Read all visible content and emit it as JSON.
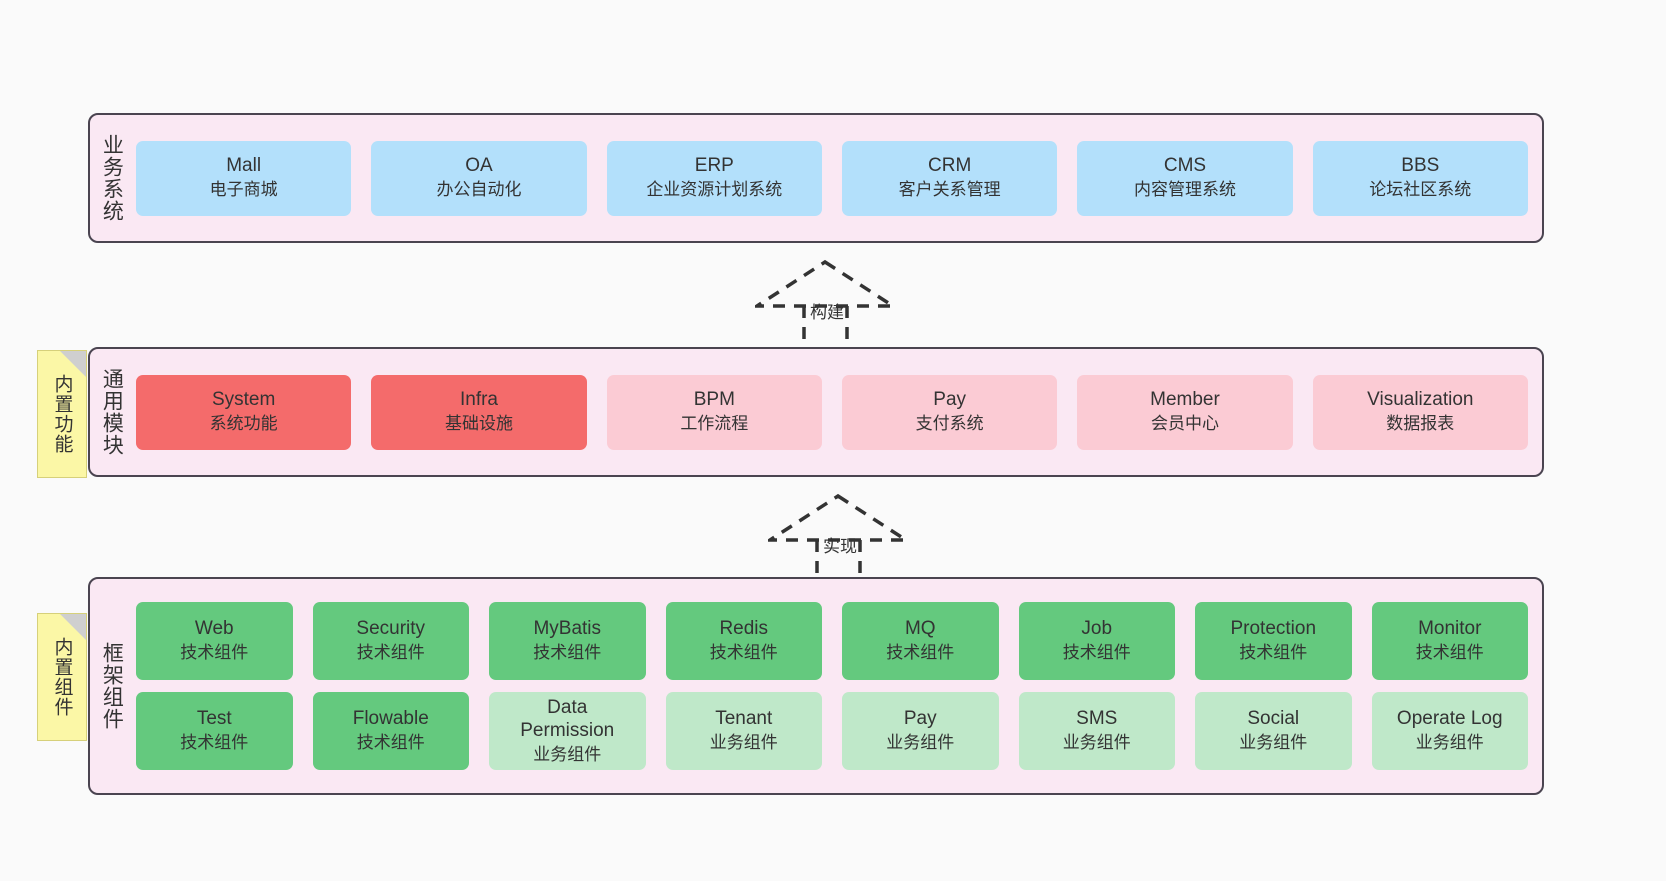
{
  "canvas": {
    "background": "#fafafa",
    "layer_bg": "#fae8f3",
    "layer_border": "#4a4450",
    "note_bg": "#fbf7a6",
    "colors": {
      "blue": "#b3e0fb",
      "red": "#f46b6b",
      "pink": "#fbcbd4",
      "green": "#64c97e",
      "light_green": "#bfe8c9"
    }
  },
  "notes": [
    {
      "label": "内置功能"
    },
    {
      "label": "内置组件"
    }
  ],
  "connectors": [
    {
      "label": "构建"
    },
    {
      "label": "实现"
    }
  ],
  "layers": [
    {
      "title": "业务系统",
      "rows": [
        {
          "nodes": [
            {
              "en": "Mall",
              "cn": "电子商城",
              "color": "blue"
            },
            {
              "en": "OA",
              "cn": "办公自动化",
              "color": "blue"
            },
            {
              "en": "ERP",
              "cn": "企业资源计划系统",
              "color": "blue"
            },
            {
              "en": "CRM",
              "cn": "客户关系管理",
              "color": "blue"
            },
            {
              "en": "CMS",
              "cn": "内容管理系统",
              "color": "blue"
            },
            {
              "en": "BBS",
              "cn": "论坛社区系统",
              "color": "blue"
            }
          ]
        }
      ]
    },
    {
      "title": "通用模块",
      "rows": [
        {
          "nodes": [
            {
              "en": "System",
              "cn": "系统功能",
              "color": "red"
            },
            {
              "en": "Infra",
              "cn": "基础设施",
              "color": "red"
            },
            {
              "en": "BPM",
              "cn": "工作流程",
              "color": "pink"
            },
            {
              "en": "Pay",
              "cn": "支付系统",
              "color": "pink"
            },
            {
              "en": "Member",
              "cn": "会员中心",
              "color": "pink"
            },
            {
              "en": "Visualization",
              "cn": "数据报表",
              "color": "pink"
            }
          ]
        }
      ]
    },
    {
      "title": "框架组件",
      "rows": [
        {
          "nodes": [
            {
              "en": "Web",
              "cn": "技术组件",
              "color": "green"
            },
            {
              "en": "Security",
              "cn": "技术组件",
              "color": "green"
            },
            {
              "en": "MyBatis",
              "cn": "技术组件",
              "color": "green"
            },
            {
              "en": "Redis",
              "cn": "技术组件",
              "color": "green"
            },
            {
              "en": "MQ",
              "cn": "技术组件",
              "color": "green"
            },
            {
              "en": "Job",
              "cn": "技术组件",
              "color": "green"
            },
            {
              "en": "Protection",
              "cn": "技术组件",
              "color": "green"
            },
            {
              "en": "Monitor",
              "cn": "技术组件",
              "color": "green"
            }
          ]
        },
        {
          "nodes": [
            {
              "en": "Test",
              "cn": "技术组件",
              "color": "green"
            },
            {
              "en": "Flowable",
              "cn": "技术组件",
              "color": "green"
            },
            {
              "en": "Data Permission",
              "cn": "业务组件",
              "color": "light_green"
            },
            {
              "en": "Tenant",
              "cn": "业务组件",
              "color": "light_green"
            },
            {
              "en": "Pay",
              "cn": "业务组件",
              "color": "light_green"
            },
            {
              "en": "SMS",
              "cn": "业务组件",
              "color": "light_green"
            },
            {
              "en": "Social",
              "cn": "业务组件",
              "color": "light_green"
            },
            {
              "en": "Operate Log",
              "cn": "业务组件",
              "color": "light_green"
            }
          ]
        }
      ]
    }
  ]
}
